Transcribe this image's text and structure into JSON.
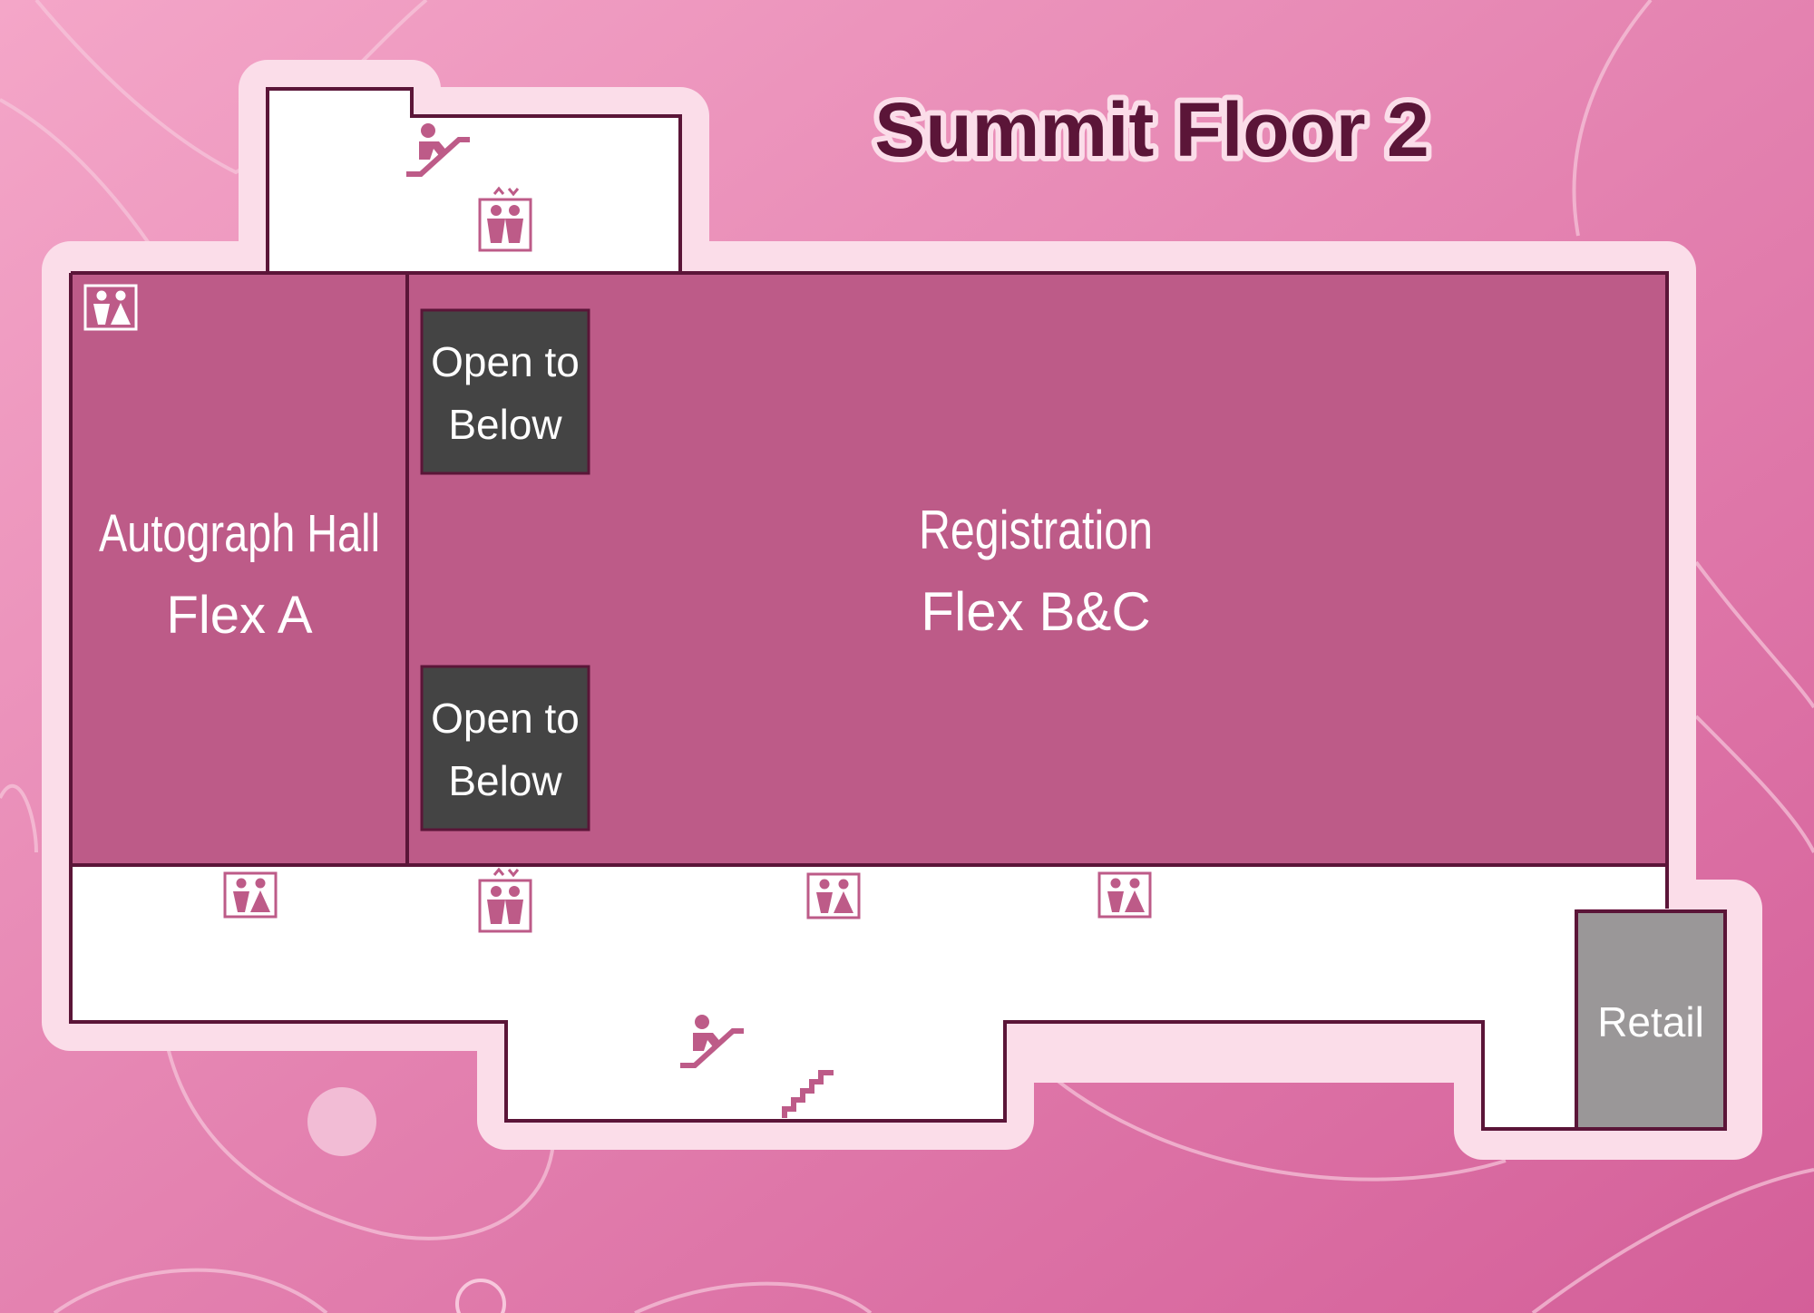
{
  "title": "Summit Floor 2",
  "rooms": {
    "autograph_hall": {
      "line1": "Autograph Hall",
      "line2": "Flex A"
    },
    "registration": {
      "line1": "Registration",
      "line2": "Flex B&C"
    },
    "open_below_top": {
      "line1": "Open to",
      "line2": "Below"
    },
    "open_below_bottom": {
      "line1": "Open to",
      "line2": "Below"
    },
    "retail": {
      "label": "Retail"
    }
  },
  "icons": [
    "escalator-icon",
    "elevator-icon",
    "restroom-icon",
    "stairs-icon"
  ],
  "colors": {
    "background_start": "#f4a6c8",
    "background_end": "#d45f99",
    "outline_glow": "#fbdde9",
    "room_fill": "#bd5b88",
    "wall": "#5b1538",
    "open_below": "#444444",
    "retail": "#9a9798",
    "corridor": "#ffffff",
    "icon": "#bd5b88"
  }
}
